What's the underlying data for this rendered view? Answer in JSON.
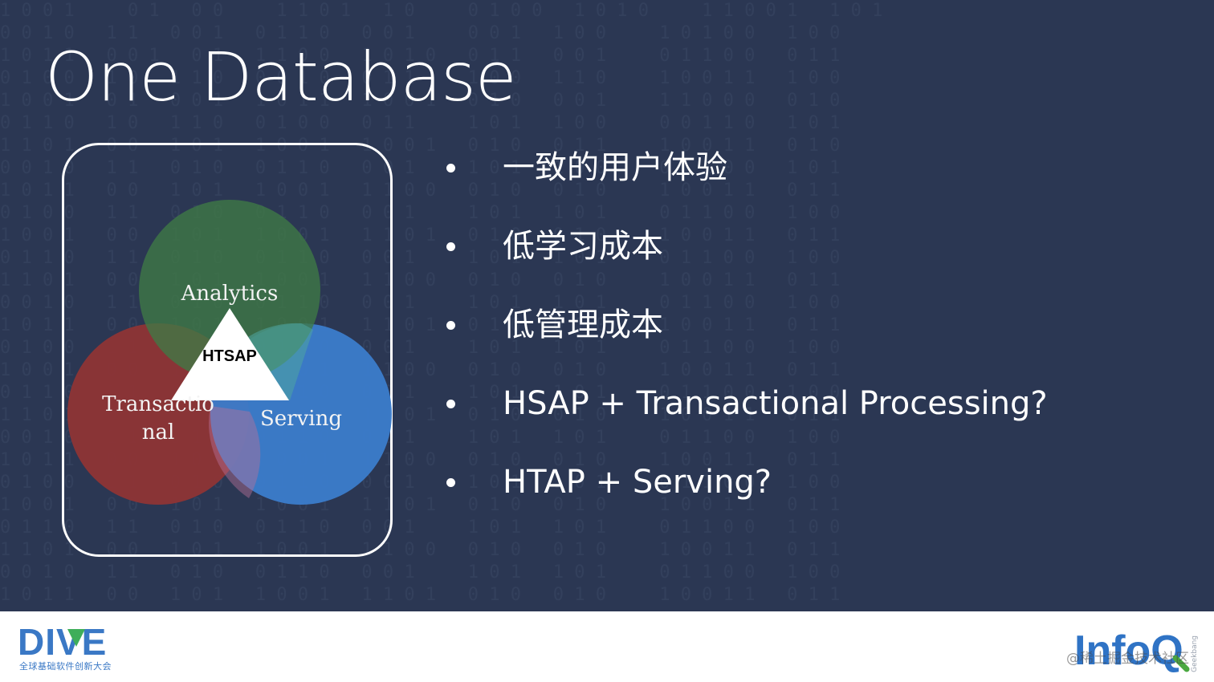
{
  "slide": {
    "title": "One Database",
    "venn": {
      "circles": [
        {
          "label": "Analytics",
          "color": "#3f7a45"
        },
        {
          "label_line1": "Transactio",
          "label_line2": "nal",
          "color": "#8e3435"
        },
        {
          "label": "Serving",
          "color": "#3b7ccb"
        }
      ],
      "center_label": "HTSAP"
    },
    "bullets": [
      "一致的用户体验",
      "低学习成本",
      "低管理成本",
      "HSAP + Transactional Processing?",
      "HTAP + Serving?"
    ]
  },
  "footer": {
    "dive_logo_text": "DIVE",
    "dive_subtitle": "全球基础软件创新大会",
    "infoq_logo_text": "InfoQ",
    "watermark": "@稀土掘金技术社区",
    "side_tag": "Geekbang"
  },
  "colors": {
    "slide_bg": "#2b3753",
    "footer_bg": "#ffffff",
    "dive_blue": "#3a78c5",
    "dive_green": "#3fae5a",
    "infoq_blue": "#2f73c5",
    "infoq_green": "#4aa840"
  }
}
